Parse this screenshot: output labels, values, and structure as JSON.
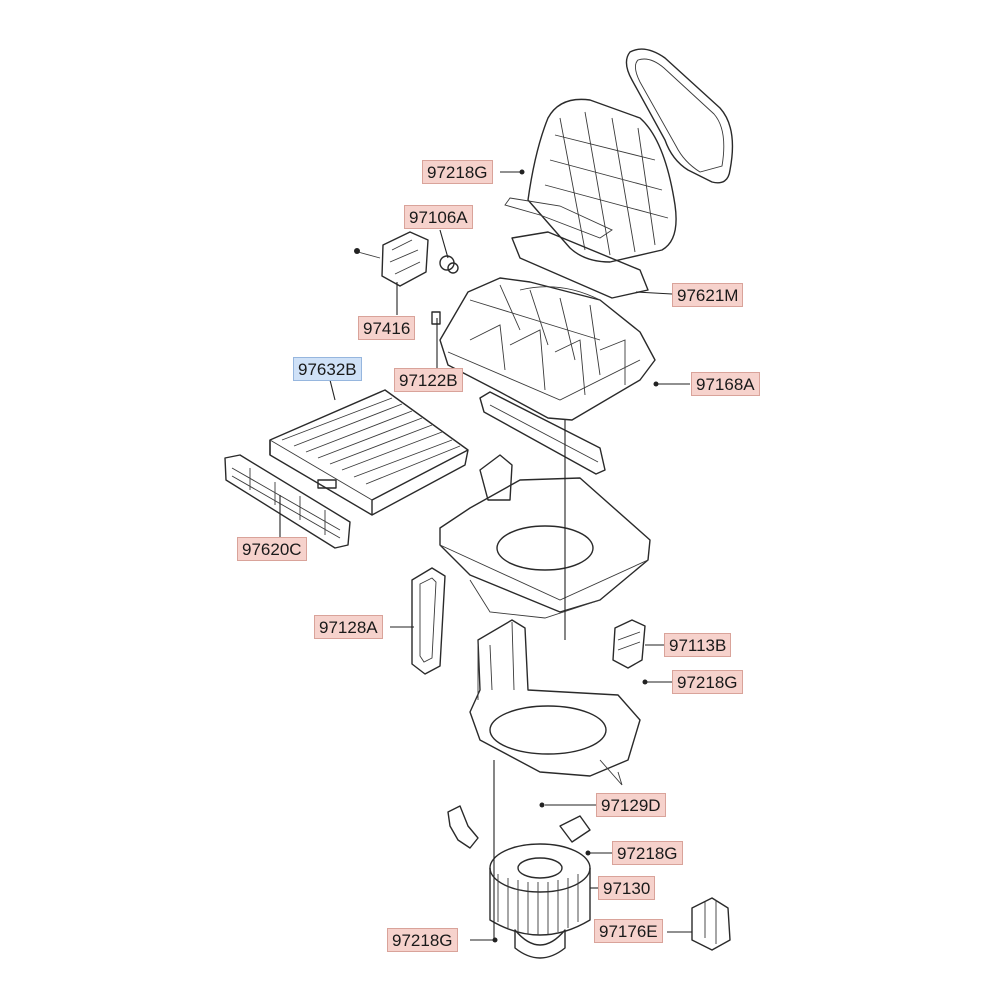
{
  "part_labels": {
    "p97218G_top": "97218G",
    "p97106A": "97106A",
    "p97621M": "97621M",
    "p97416": "97416",
    "p97122B": "97122B",
    "p97632B": "97632B",
    "p97168A": "97168A",
    "p97620C": "97620C",
    "p97128A": "97128A",
    "p97113B": "97113B",
    "p97218G_right": "97218G",
    "p97129D": "97129D",
    "p97218G_mid": "97218G",
    "p97130": "97130",
    "p97218G_bottom": "97218G",
    "p97176E": "97176E"
  },
  "highlighted_part": "97632B",
  "colors": {
    "label_fill": "#f6d2cc",
    "label_highlight_fill": "#cfe1f7",
    "line": "#2a2a2a"
  }
}
